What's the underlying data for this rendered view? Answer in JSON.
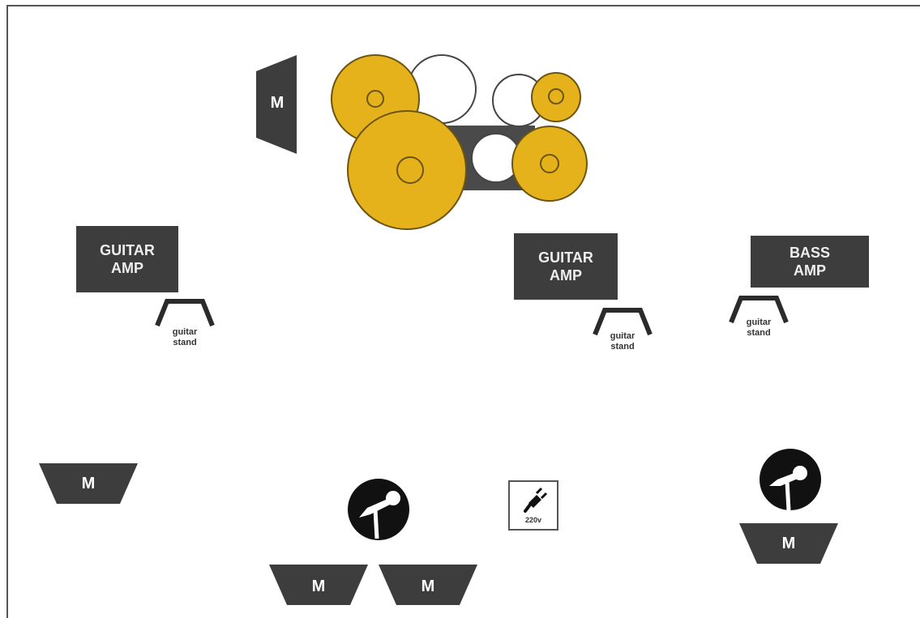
{
  "stage_plot": {
    "colors": {
      "cymbal": "#e6b21c",
      "equipment": "#3d3d3d",
      "drum": "#ffffff"
    },
    "amps": [
      {
        "line1": "GUITAR",
        "line2": "AMP"
      },
      {
        "line1": "GUITAR",
        "line2": "AMP"
      },
      {
        "line1": "BASS",
        "line2": "AMP"
      }
    ],
    "stands": [
      {
        "line1": "guitar",
        "line2": "stand"
      },
      {
        "line1": "guitar",
        "line2": "stand"
      },
      {
        "line1": "guitar",
        "line2": "stand"
      }
    ],
    "monitors": {
      "drum_sidefill": "M",
      "left": "M",
      "center_left": "M",
      "center_right": "M",
      "right": "M"
    },
    "power": {
      "label": "220v",
      "icon": "power-plug-icon"
    },
    "mic_icon": "microphone-stand-icon",
    "drum_kit": {
      "cymbal_count": 4,
      "drum_count": 3
    }
  }
}
